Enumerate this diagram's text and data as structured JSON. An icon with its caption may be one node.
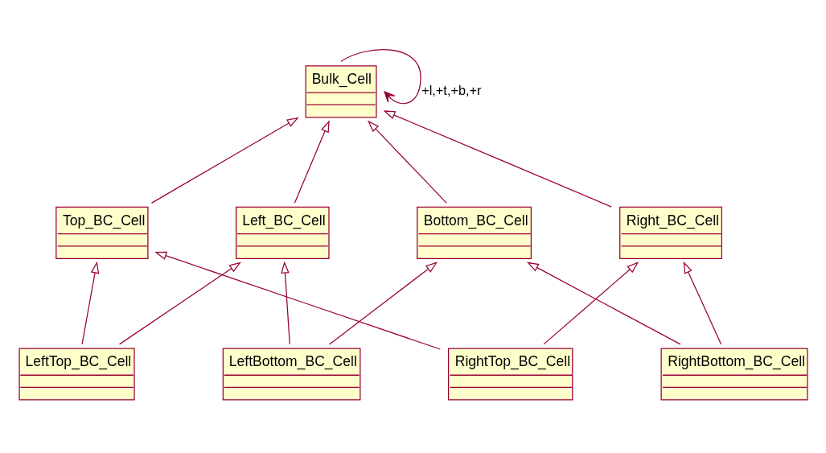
{
  "diagram": {
    "nodes": [
      {
        "text": [
          "Bulk_Cell"
        ]
      },
      {
        "text": [
          "Top_BC_Cell"
        ]
      },
      {
        "text": [
          "Left_BC_Cell"
        ]
      },
      {
        "text": [
          "Bottom_BC_Cell"
        ]
      },
      {
        "text": [
          "Right_BC_Cell"
        ]
      },
      {
        "text": [
          "LeftTop_BC_Cell"
        ]
      },
      {
        "text": [
          "LeftBottom_BC_Cell"
        ]
      },
      {
        "text": [
          "RightTop_BC_Cell"
        ]
      },
      {
        "text": [
          "RightBottom_BC_Cell"
        ]
      }
    ],
    "edges": [
      {
        "from": 0,
        "to": 0,
        "arrow": "to",
        "label": "+l,+t,+b,+r"
      },
      {
        "from": 1,
        "to": 0,
        "arrow": "to"
      },
      {
        "from": 2,
        "to": 0,
        "arrow": "to"
      },
      {
        "from": 3,
        "to": 0,
        "arrow": "to"
      },
      {
        "from": 4,
        "to": 0,
        "arrow": "to"
      },
      {
        "from": 5,
        "to": 1,
        "arrow": "to"
      },
      {
        "from": 5,
        "to": 2,
        "arrow": "to"
      },
      {
        "from": 6,
        "to": 2,
        "arrow": "to"
      },
      {
        "from": 6,
        "to": 3,
        "arrow": "to"
      },
      {
        "from": 7,
        "to": 1,
        "arrow": "to"
      },
      {
        "from": 7,
        "to": 4,
        "arrow": "to"
      },
      {
        "from": 8,
        "to": 3,
        "arrow": "to"
      },
      {
        "from": 8,
        "to": 4,
        "arrow": "to"
      }
    ]
  }
}
